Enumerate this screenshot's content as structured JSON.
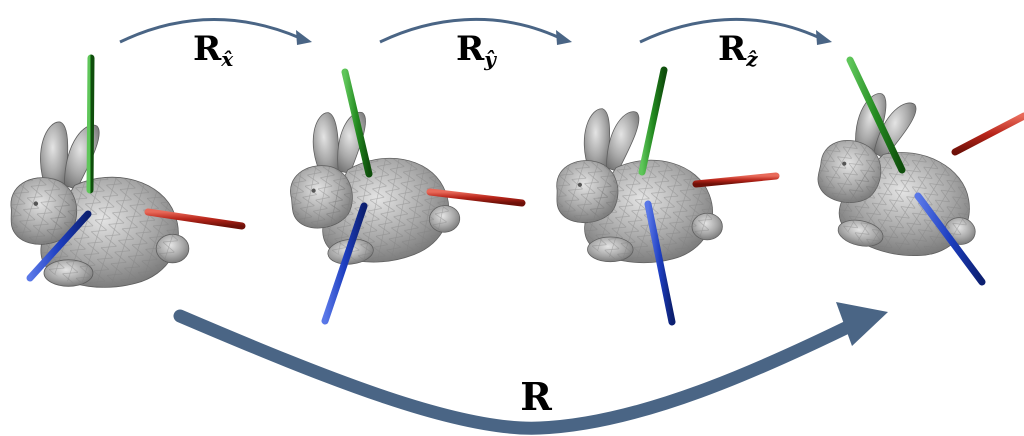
{
  "labels": {
    "rx_main": "R",
    "rx_sub": "x̂",
    "ry_main": "R",
    "ry_sub": "ŷ",
    "rz_main": "R",
    "rz_sub": "ẑ",
    "r_total": "R"
  },
  "colors": {
    "arrow": "#4a6585",
    "axis_x": "#c0271a",
    "axis_y": "#2a8a26",
    "axis_z": "#1d3ec0",
    "bunny": "#9a9a9a"
  },
  "icons": [
    "bunny-mesh",
    "axis-x-red",
    "axis-y-green",
    "axis-z-blue",
    "curved-arrow"
  ]
}
